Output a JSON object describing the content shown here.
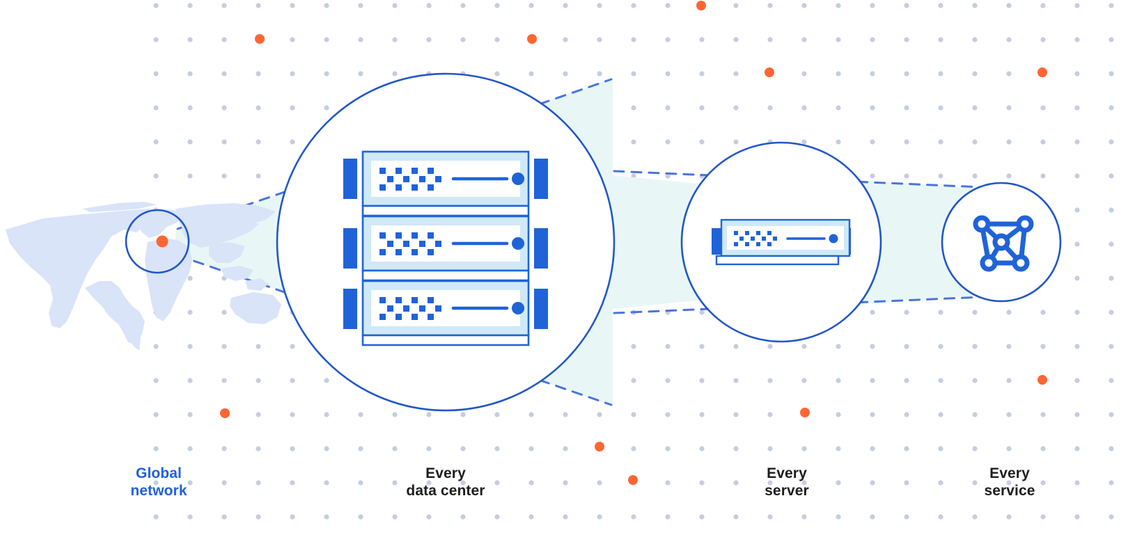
{
  "diagram": {
    "title": "Global network scaling diagram",
    "stages": [
      {
        "id": "global-network",
        "label": "Global\nnetwork",
        "accent": true,
        "icon": "world-map-icon"
      },
      {
        "id": "data-center",
        "label": "Every\ndata center",
        "accent": false,
        "icon": "server-rack-icon"
      },
      {
        "id": "server",
        "label": "Every\nserver",
        "accent": false,
        "icon": "server-unit-icon"
      },
      {
        "id": "service",
        "label": "Every\nservice",
        "accent": false,
        "icon": "network-graph-icon"
      }
    ]
  },
  "colors": {
    "accent_blue": "#2060df",
    "stroke_blue": "#2056c8",
    "fill_light_blue": "#cfe9f7",
    "panel_white": "#ffffff",
    "map_land": "#d6e2f8",
    "marker_orange": "#ff6633",
    "grid_dot": "#c6cde0",
    "cone_fill": "#e8f7f6",
    "dashed_blue": "#4a74dd",
    "text_dark": "#1d1d1f"
  },
  "grid": {
    "spacing": 49,
    "dot_radius": 3.5
  }
}
